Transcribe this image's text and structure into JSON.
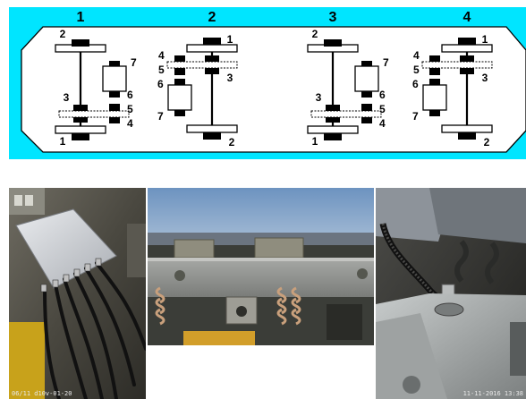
{
  "diagram": {
    "background": "#00e5ff",
    "frame_fill": "#ffffff",
    "bogies": [
      {
        "title": "1",
        "top_wheel_label": "2",
        "motor_top_label": "7",
        "motor_bottom_label": "6",
        "gear_left_label": "3",
        "pinion_label": "5",
        "pinion_bearing_label": "4",
        "bottom_wheel_label": "1"
      },
      {
        "title": "2",
        "top_wheel_label": "1",
        "pinion_bearing_label": "4",
        "pinion_label": "5",
        "motor_top_label": "6",
        "gear_right_label": "3",
        "motor_bottom_label": "7",
        "bottom_wheel_label": "2"
      },
      {
        "title": "3",
        "top_wheel_label": "2",
        "motor_top_label": "7",
        "motor_bottom_label": "6",
        "gear_left_label": "3",
        "pinion_label": "5",
        "pinion_bearing_label": "4",
        "bottom_wheel_label": "1"
      },
      {
        "title": "4",
        "top_wheel_label": "1",
        "pinion_bearing_label": "4",
        "pinion_label": "5",
        "motor_top_label": "6",
        "gear_right_label": "3",
        "motor_bottom_label": "7",
        "bottom_wheel_label": "2"
      }
    ]
  },
  "photos": [
    {
      "name": "cable-junction-box-photo",
      "timestamp": "06/11 d10v-01-20"
    },
    {
      "name": "bogie-underframe-photo"
    },
    {
      "name": "axle-sensor-cable-photo",
      "timestamp": "11-11-2016 13:38"
    }
  ]
}
